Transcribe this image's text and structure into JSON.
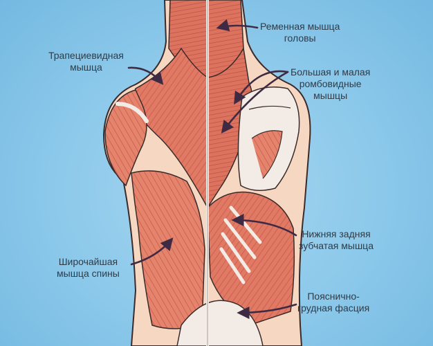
{
  "labels": {
    "splenius": "Ременная мышца\nголовы",
    "trapezius": "Трапециевидная\nмышца",
    "rhomboid": "Большая и малая\nромбовидные\nмышцы",
    "serratus": "Нижняя задняя\nзубчатая мышца",
    "latissimus": "Широчайшая\nмышца спины",
    "fascia": "Пояснично-\nгрудная фасция"
  },
  "colors": {
    "background": "#86c3e6",
    "skin": "#f6d7c2",
    "muscle": "#e07a64",
    "muscle_dark": "#c9584a",
    "tendon": "#f3ece6",
    "outline": "#3a2a2a",
    "arrow": "#3e2b43"
  }
}
